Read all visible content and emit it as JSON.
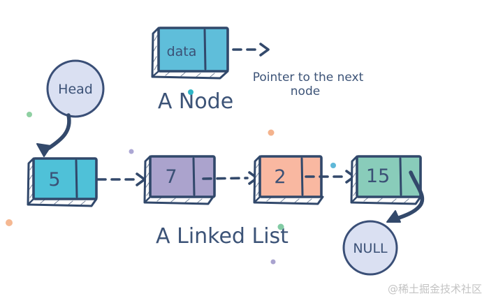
{
  "diagram": {
    "labels": {
      "head": "Head",
      "null": "NULL",
      "a_node": "A Node",
      "a_linked_list": "A Linked List",
      "pointer_caption_line1": "Pointer to the next",
      "pointer_caption_line2": "node"
    },
    "node_box": {
      "data_label": "data",
      "fill": "#5FBEDA"
    },
    "list_nodes": [
      {
        "value": "5",
        "fill": "#4FC1D8"
      },
      {
        "value": "7",
        "fill": "#ABA3CD"
      },
      {
        "value": "2",
        "fill": "#F9B8A1"
      },
      {
        "value": "15",
        "fill": "#89CCBA"
      }
    ],
    "colors": {
      "ink": "#33496B",
      "text": "#3C5377",
      "bubble_fill": "#DAE0F2",
      "watermark": "#C3C3C3"
    },
    "dots": [
      {
        "name": "green-dot",
        "color": "#8FD0A2"
      },
      {
        "name": "teal-dot",
        "color": "#2FB5C6"
      },
      {
        "name": "peach-dot",
        "color": "#F4B38D"
      },
      {
        "name": "purple-dot",
        "color": "#ACA7D4"
      },
      {
        "name": "blue-dot",
        "color": "#5FB8D8"
      },
      {
        "name": "green-dot-2",
        "color": "#82CBA4"
      },
      {
        "name": "purple-dot-2",
        "color": "#A9A3CF"
      },
      {
        "name": "peach-dot-2",
        "color": "#F5B892"
      }
    ],
    "watermark": "@稀土掘金技术社区"
  }
}
